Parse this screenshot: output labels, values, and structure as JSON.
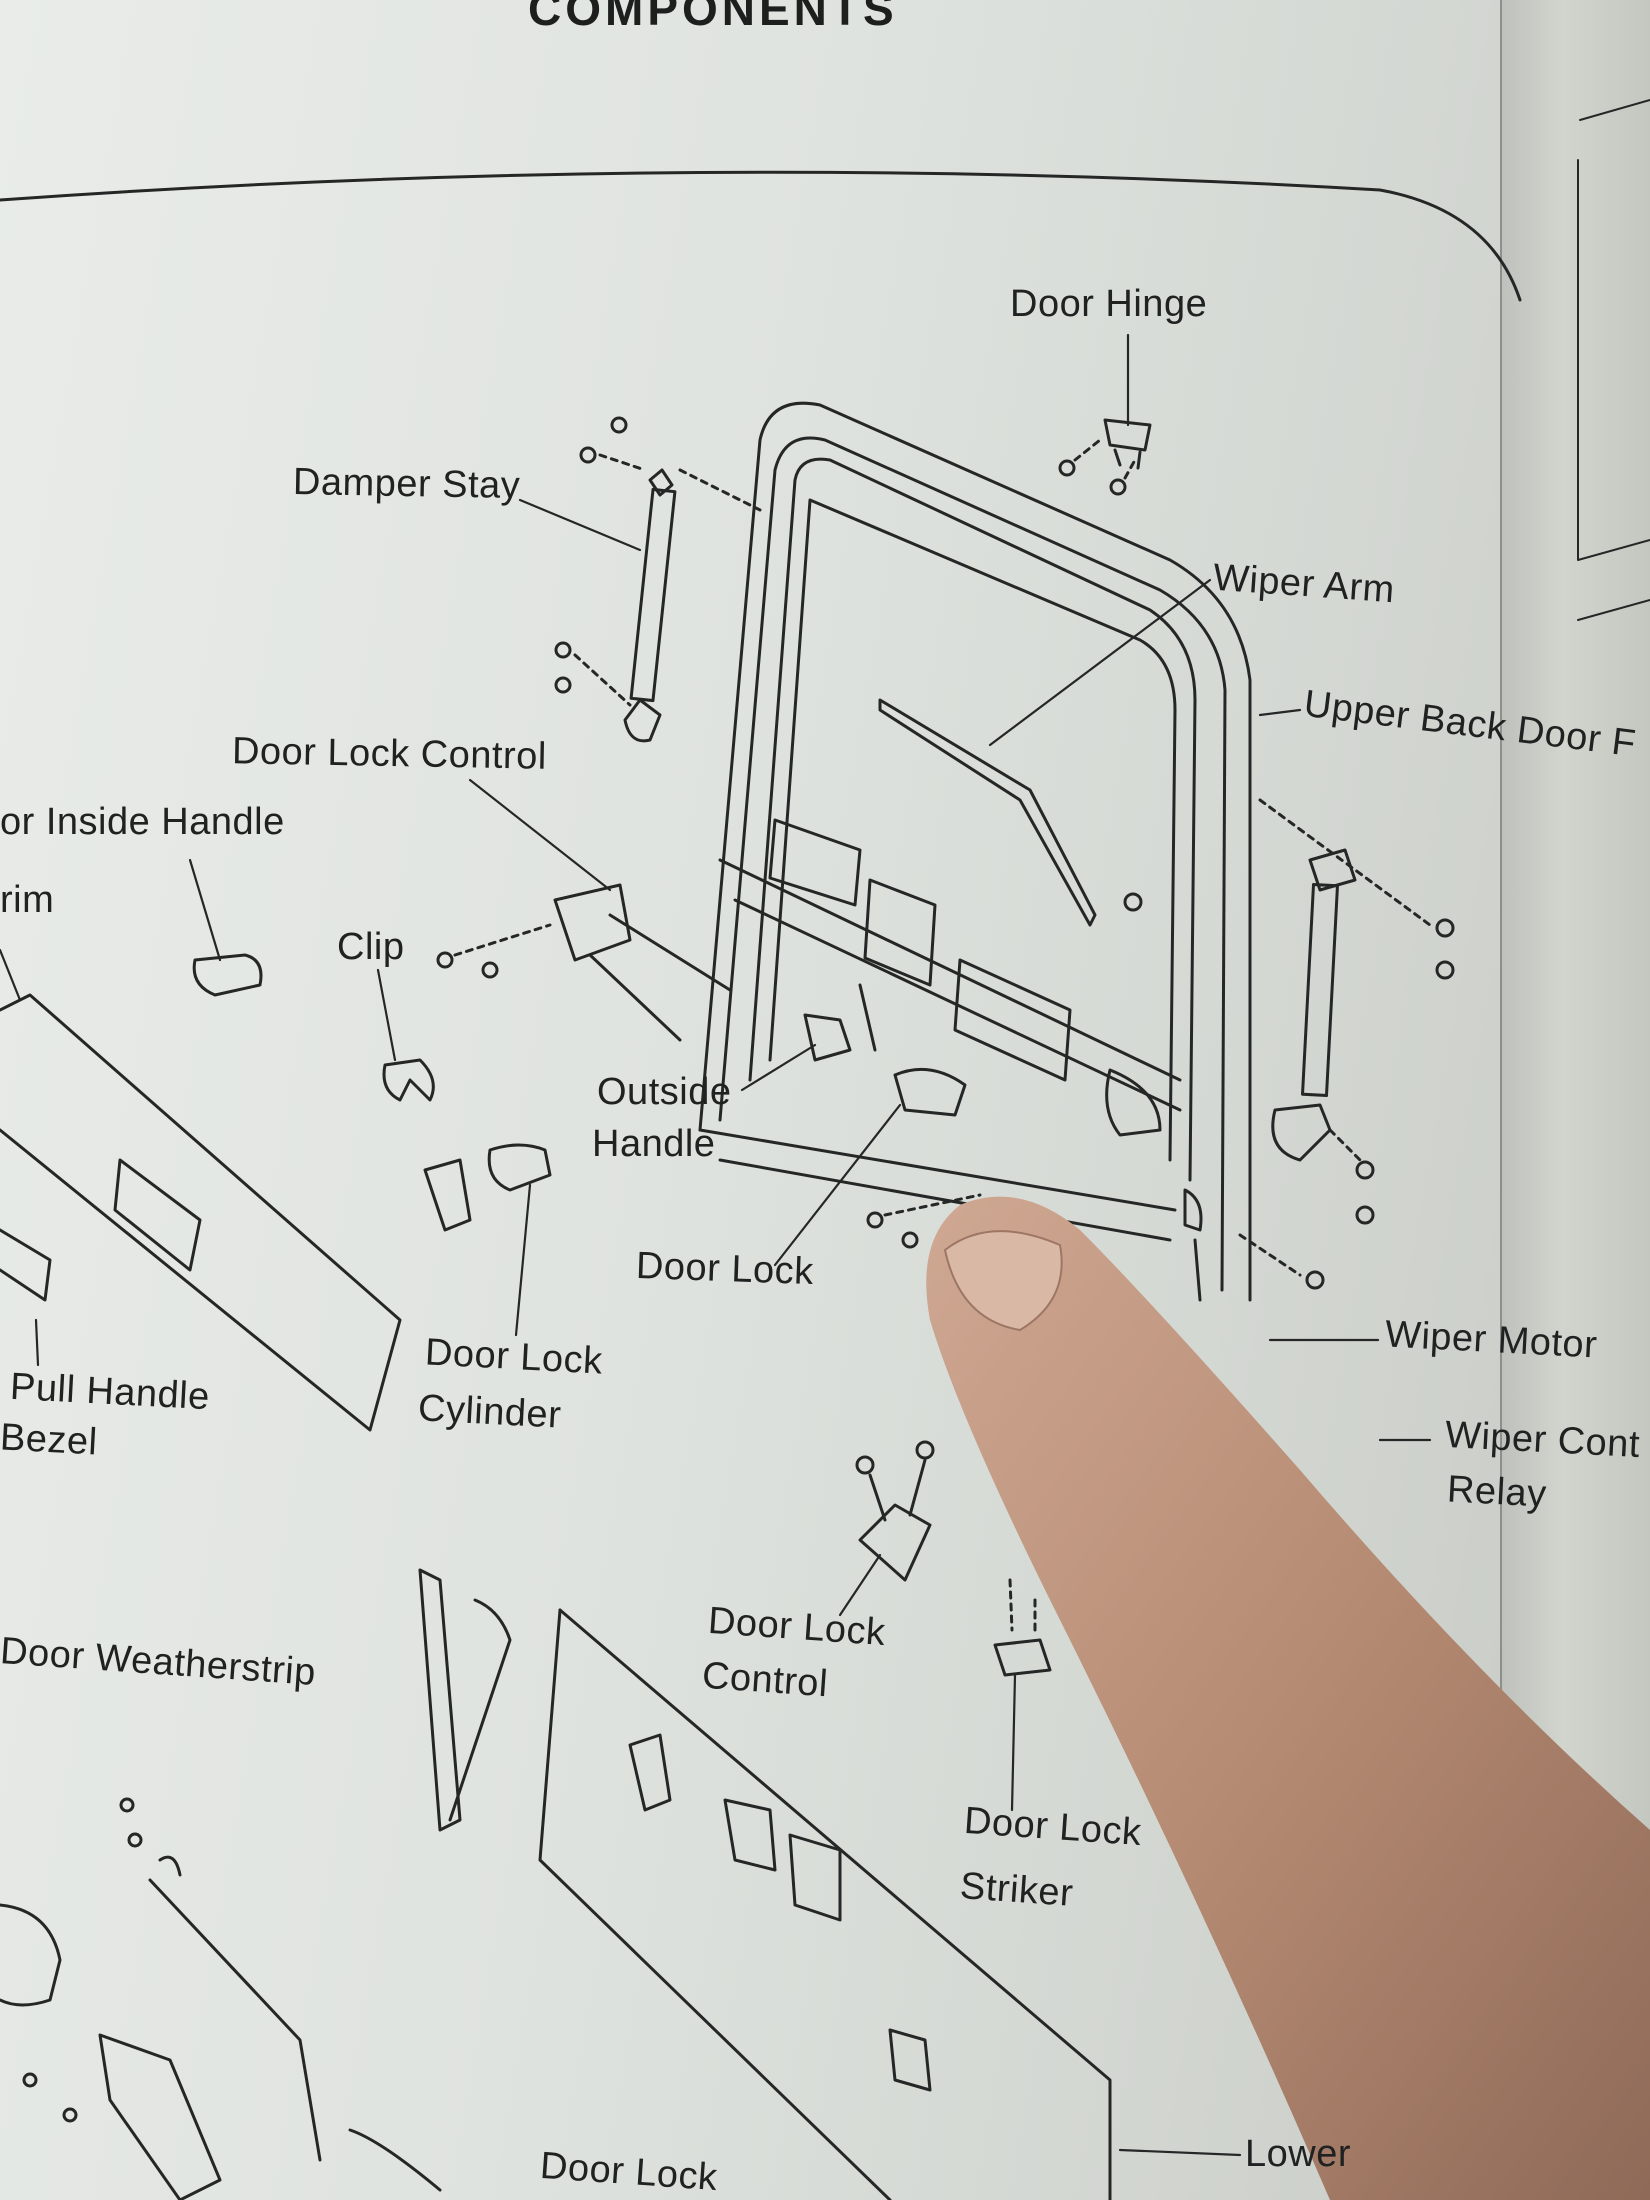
{
  "page": {
    "heading": "COMPONENTS"
  },
  "labels": {
    "door_hinge": "Door Hinge",
    "damper_stay": "Damper Stay",
    "wiper_arm": "Wiper Arm",
    "upper_back_door": "Upper Back Door F",
    "door_lock_control_upper": "Door Lock Control",
    "door_inside_handle": "or Inside Handle",
    "trim": "rim",
    "clip": "Clip",
    "outside_handle_line1": "Outside",
    "outside_handle_line2": "Handle",
    "door_lock": "Door Lock",
    "door_lock_cylinder_line1": "Door Lock",
    "door_lock_cylinder_line2": "Cylinder",
    "pull_handle_bezel_line1": "Pull Handle",
    "pull_handle_bezel_line2": "Bezel",
    "wiper_motor": "Wiper Motor",
    "wiper_control_relay_line1": "Wiper Cont",
    "wiper_control_relay_line2": "Relay",
    "door_weatherstrip": "Door Weatherstrip",
    "door_lock_control_lower_line1": "Door Lock",
    "door_lock_control_lower_line2": "Control",
    "door_lock_striker_line1": "Door Lock",
    "door_lock_striker_line2": "Striker",
    "lower": "Lower",
    "door_lock_bottom": "Door Lock"
  },
  "colors": {
    "ink": "#202222",
    "paper": "#e3e6e2",
    "skin": "#b98d76"
  }
}
